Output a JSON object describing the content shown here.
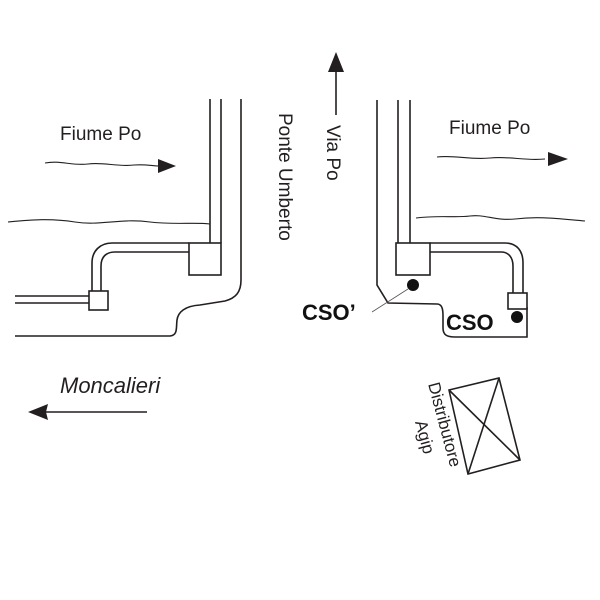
{
  "diagram": {
    "labels": {
      "river_left": "Fiume Po",
      "river_right": "Fiume Po",
      "bridge": "Ponte Umberto",
      "street": "Via Po",
      "town": "Moncalieri",
      "cso_main": "CSO",
      "cso_prime": "CSO’",
      "station_line1": "Distributore",
      "station_line2": "Agip"
    },
    "colors": {
      "ink": "#231f20",
      "background": "#ffffff"
    }
  }
}
